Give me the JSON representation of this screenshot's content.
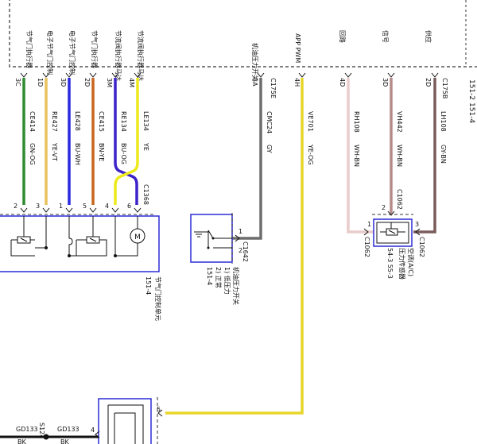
{
  "module_header": {
    "ref": "151-2 151-4"
  },
  "top_labels": [
    {
      "id": "t1",
      "text": "节气门执行器"
    },
    {
      "id": "t2",
      "text": "电子节气门控制"
    },
    {
      "id": "t3",
      "text": "电子节气门控制"
    },
    {
      "id": "t4",
      "text": "节气门执行器"
    },
    {
      "id": "t5",
      "text": "节流阀执行器马达"
    },
    {
      "id": "t6",
      "text": "节流阀执行器马达"
    },
    {
      "id": "t7",
      "text": "机油压力开关"
    },
    {
      "id": "t8",
      "text": "APP PWM"
    },
    {
      "id": "t9",
      "text": "回路"
    },
    {
      "id": "t10",
      "text": "信号"
    },
    {
      "id": "t11",
      "text": "供应"
    }
  ],
  "pins": [
    {
      "id": "p1",
      "pin": "3C",
      "circuit": "CE414",
      "color": "GN-OG",
      "hex": "#2e8b2e"
    },
    {
      "id": "p2",
      "pin": "1D",
      "circuit": "RE427",
      "color": "YE-VT",
      "hex": "#e8c25c"
    },
    {
      "id": "p3",
      "pin": "3D",
      "circuit": "LE428",
      "color": "BU-WH",
      "hex": "#2a2adf"
    },
    {
      "id": "p4",
      "pin": "2D",
      "circuit": "CE415",
      "color": "BN-YE",
      "hex": "#c8661f"
    },
    {
      "id": "p5",
      "pin": "3M",
      "circuit": "RE134",
      "color": "BU-OG",
      "hex": "#3b22c9"
    },
    {
      "id": "p6",
      "pin": "4M",
      "circuit": "LE134",
      "color": "YE",
      "hex": "#ecea1a"
    },
    {
      "id": "p7",
      "pin": "3A",
      "circuit": "CMC24",
      "color": "GY",
      "hex": "#6d6d6d"
    },
    {
      "id": "p8",
      "pin": "4H",
      "circuit": "VE701",
      "color": "YE-OG",
      "hex": "#e6d62a"
    },
    {
      "id": "p9",
      "pin": "4D",
      "circuit": "RH108",
      "color": "WH-BN",
      "hex": "#e9cccc"
    },
    {
      "id": "p10",
      "pin": "3D",
      "circuit": "VH442",
      "color": "WH-BN",
      "hex": "#b78a8a"
    },
    {
      "id": "p11",
      "pin": "2D",
      "circuit": "LH108",
      "color": "GY-BN",
      "hex": "#7a5c5c"
    }
  ],
  "connectors": {
    "c175e": "C175E",
    "c175b": "C175B",
    "c1368": "C1368",
    "c1642": "C1642",
    "c1062a": "C1062",
    "c1062b": "C1062",
    "c1062c": "C1062"
  },
  "throttle": {
    "pins": [
      "2",
      "3",
      "1",
      "5",
      "4",
      "6"
    ],
    "desc": "节气门控制单元",
    "ref": "151-4"
  },
  "oil_switch": {
    "pin_top": "1",
    "pin_bottom": "2",
    "desc_lines": [
      "机油压力开关",
      "1) 低压力",
      "2) 正常",
      "151-4"
    ]
  },
  "ac_sensor": {
    "pins": [
      "2",
      "1",
      "3"
    ],
    "desc_lines": [
      "空调(A/C)",
      "压力传感器",
      "54-3  55-3"
    ]
  },
  "bottom": {
    "pin5": "5",
    "pin4": "4",
    "gd133_left": "GD133",
    "s124": "S124",
    "gd133_right": "GD133",
    "bk_left": "BK",
    "bk_right": "BK"
  },
  "colors": {
    "module_border": "#333333",
    "box_blue": "#2b2bd6"
  }
}
